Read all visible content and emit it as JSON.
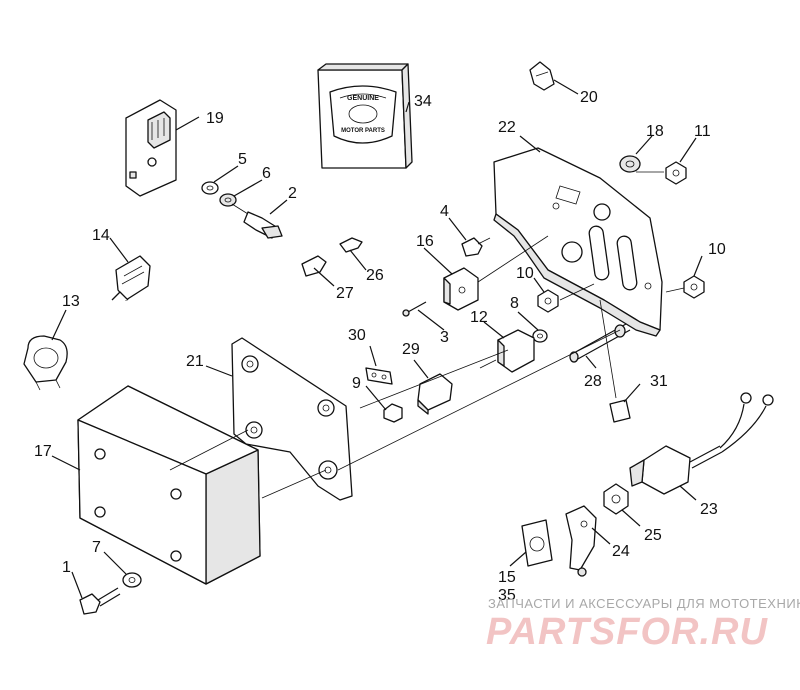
{
  "diagram": {
    "callouts": [
      {
        "id": "1",
        "label": "1"
      },
      {
        "id": "2",
        "label": "2"
      },
      {
        "id": "3",
        "label": "3"
      },
      {
        "id": "4",
        "label": "4"
      },
      {
        "id": "5",
        "label": "5"
      },
      {
        "id": "6",
        "label": "6"
      },
      {
        "id": "7",
        "label": "7"
      },
      {
        "id": "8",
        "label": "8"
      },
      {
        "id": "9",
        "label": "9"
      },
      {
        "id": "10a",
        "label": "10"
      },
      {
        "id": "10b",
        "label": "10"
      },
      {
        "id": "11",
        "label": "11"
      },
      {
        "id": "12",
        "label": "12"
      },
      {
        "id": "13",
        "label": "13"
      },
      {
        "id": "14",
        "label": "14"
      },
      {
        "id": "15",
        "label": "15"
      },
      {
        "id": "16",
        "label": "16"
      },
      {
        "id": "17",
        "label": "17"
      },
      {
        "id": "18",
        "label": "18"
      },
      {
        "id": "19",
        "label": "19"
      },
      {
        "id": "20",
        "label": "20"
      },
      {
        "id": "21",
        "label": "21"
      },
      {
        "id": "22",
        "label": "22"
      },
      {
        "id": "23",
        "label": "23"
      },
      {
        "id": "24",
        "label": "24"
      },
      {
        "id": "25",
        "label": "25"
      },
      {
        "id": "26",
        "label": "26"
      },
      {
        "id": "27",
        "label": "27"
      },
      {
        "id": "28",
        "label": "28"
      },
      {
        "id": "29",
        "label": "29"
      },
      {
        "id": "30",
        "label": "30"
      },
      {
        "id": "31",
        "label": "31"
      },
      {
        "id": "34",
        "label": "34"
      },
      {
        "id": "35",
        "label": "35"
      }
    ],
    "box_logo": {
      "top_text": "GENUINE",
      "bottom_text": "MOTOR PARTS"
    }
  },
  "watermark": {
    "caption": "ЗАПЧАСТИ И АКСЕССУАРЫ ДЛЯ МОТОТЕХНИКИ",
    "brand": "PARTSFOR.RU"
  }
}
